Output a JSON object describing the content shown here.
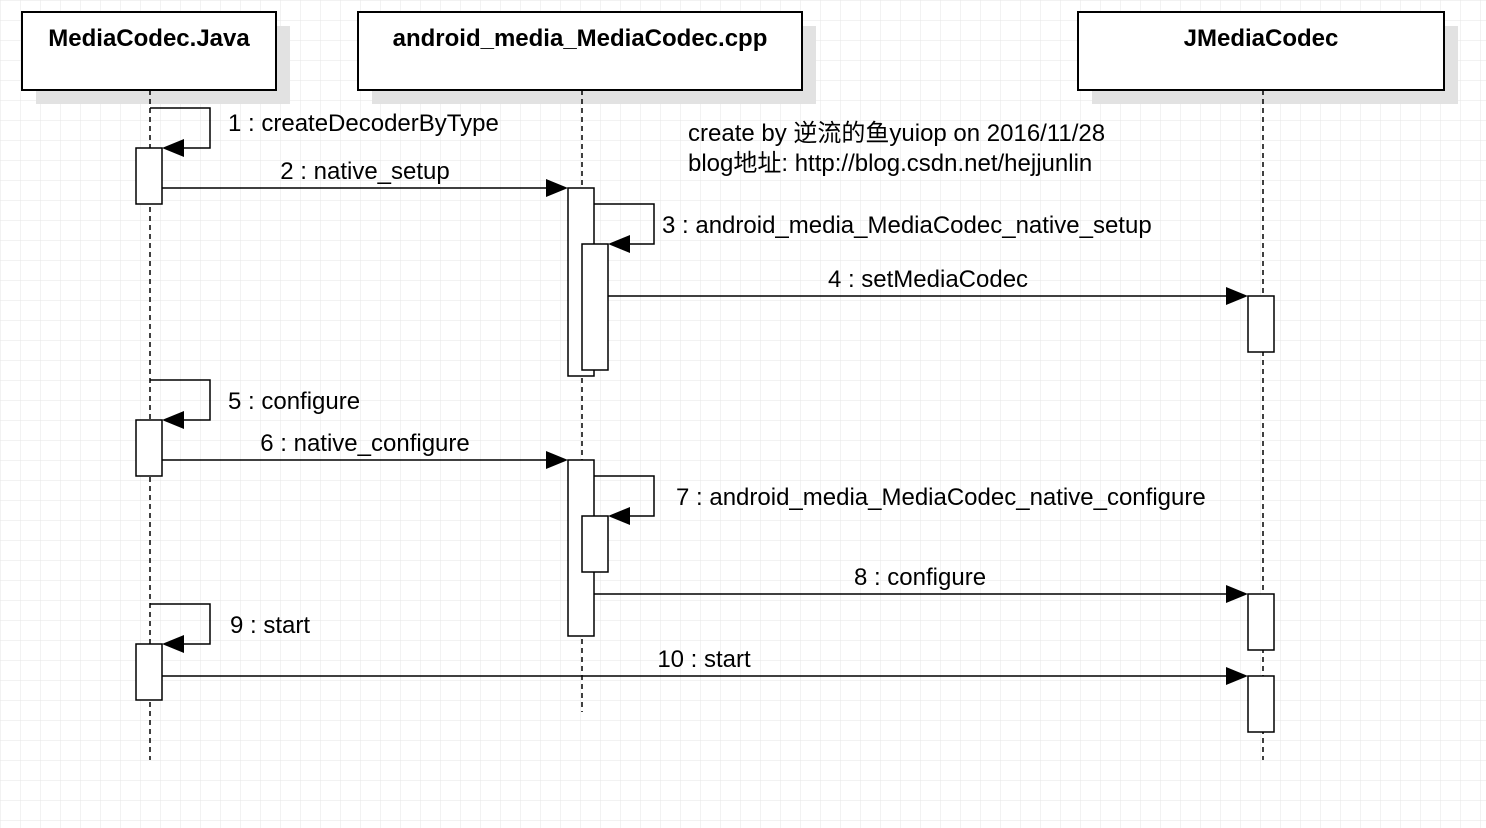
{
  "participants": [
    {
      "id": "java",
      "name": "MediaCodec.Java"
    },
    {
      "id": "cpp",
      "name": "android_media_MediaCodec.cpp"
    },
    {
      "id": "jmc",
      "name": "JMediaCodec"
    }
  ],
  "messages": [
    {
      "label": "1 : createDecoderByType",
      "from": "java",
      "to": "java",
      "kind": "self"
    },
    {
      "label": "2 : native_setup",
      "from": "java",
      "to": "cpp",
      "kind": "call"
    },
    {
      "label": "3 : android_media_MediaCodec_native_setup",
      "from": "cpp",
      "to": "cpp",
      "kind": "self"
    },
    {
      "label": "4 : setMediaCodec",
      "from": "cpp",
      "to": "jmc",
      "kind": "call"
    },
    {
      "label": "5 : configure",
      "from": "java",
      "to": "java",
      "kind": "self"
    },
    {
      "label": "6 : native_configure",
      "from": "java",
      "to": "cpp",
      "kind": "call"
    },
    {
      "label": "7 : android_media_MediaCodec_native_configure",
      "from": "cpp",
      "to": "cpp",
      "kind": "self"
    },
    {
      "label": "8 : configure",
      "from": "cpp",
      "to": "jmc",
      "kind": "call"
    },
    {
      "label": "9 : start",
      "from": "java",
      "to": "java",
      "kind": "self"
    },
    {
      "label": "10 : start",
      "from": "java",
      "to": "jmc",
      "kind": "call"
    }
  ],
  "note": {
    "line1": "create by 逆流的鱼yuiop on 2016/11/28",
    "line2": "blog地址:  http://blog.csdn.net/hejjunlin"
  },
  "colors": {
    "background": "#ffffff",
    "grid": "#e6e6e6",
    "shadow": "#e2e2e2",
    "line": "#000000"
  }
}
